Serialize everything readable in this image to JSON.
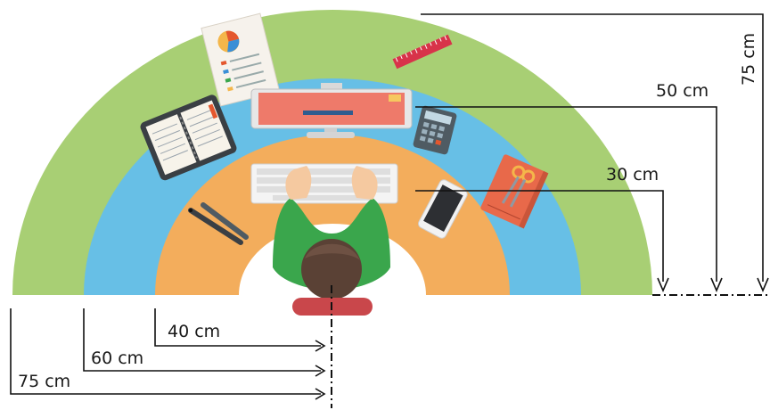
{
  "zones": [
    {
      "name": "outer-zone",
      "color": "#a8cf74"
    },
    {
      "name": "middle-zone",
      "color": "#67bfe6"
    },
    {
      "name": "inner-zone",
      "color": "#f3ad5c"
    }
  ],
  "labels": {
    "right_30": "30 cm",
    "right_50": "50 cm",
    "right_75": "75 cm",
    "bottom_40": "40 cm",
    "bottom_60": "60 cm",
    "bottom_75": "75 cm"
  },
  "icons": [
    "report-document-icon",
    "ruler-icon",
    "monitor-icon",
    "calculator-icon",
    "planner-icon",
    "keyboard-icon",
    "smartphone-icon",
    "notebook-icon",
    "scissors-icon",
    "pens-icon",
    "person-icon",
    "chair-icon"
  ],
  "colors": {
    "green": "#a8cf74",
    "blue": "#67bfe6",
    "orange": "#f3ad5c",
    "shirt": "#3aa64c",
    "hair": "#5a4135",
    "chair": "#c9474b",
    "screen": "#ee7a6a"
  }
}
